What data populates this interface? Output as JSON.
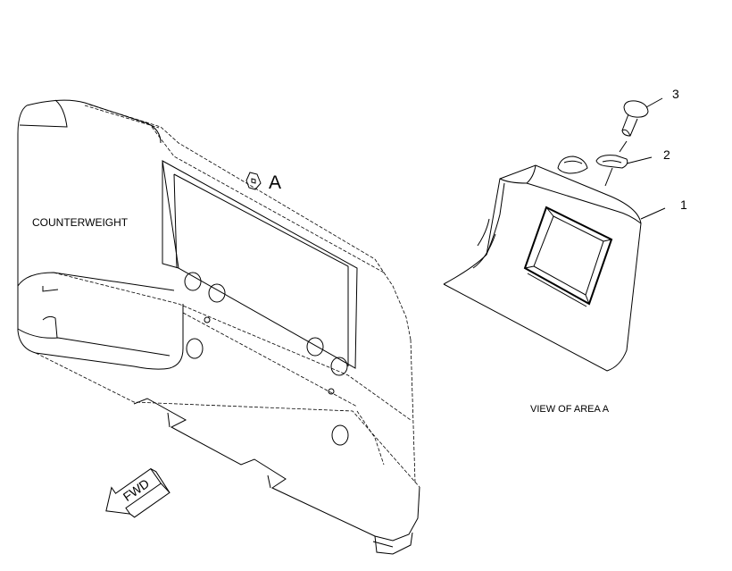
{
  "labels": {
    "counterweight": "COUNTERWEIGHT",
    "area_marker": "A",
    "view_caption": "VIEW OF AREA A",
    "fwd": "FWD"
  },
  "callouts": [
    "1",
    "2",
    "3"
  ],
  "colors": {
    "line": "#000000",
    "background": "#ffffff"
  }
}
